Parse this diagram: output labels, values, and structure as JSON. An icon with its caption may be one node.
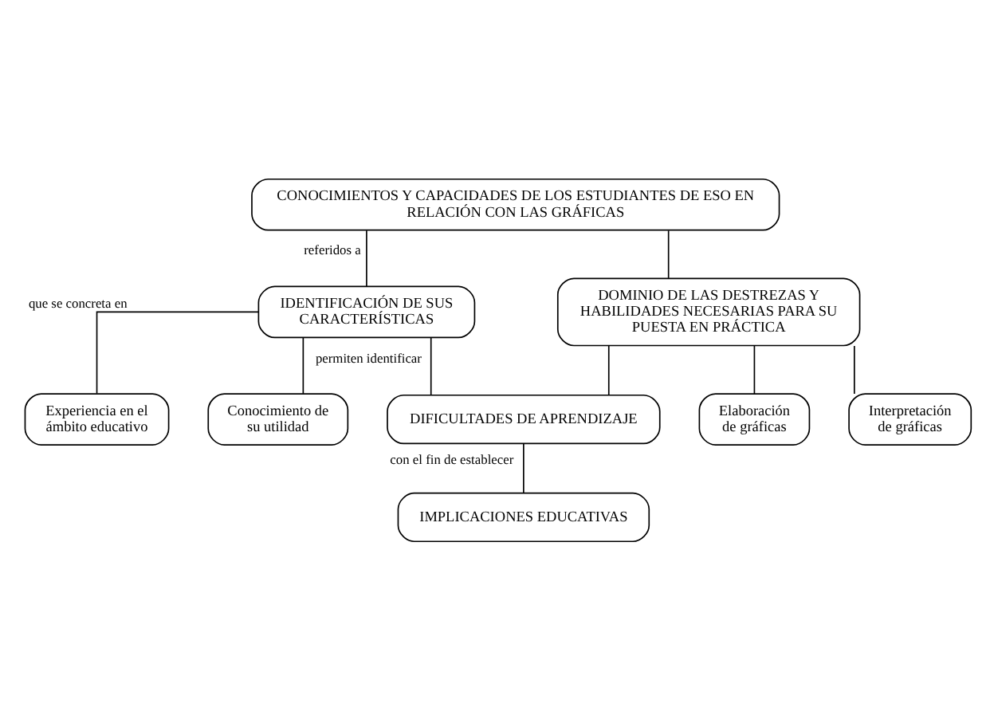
{
  "diagram": {
    "nodes": [
      {
        "text": [
          "CONOCIMIENTOS Y CAPACIDADES DE LOS ESTUDIANTES DE ESO EN RELACIÓN CON LAS GRÁFICAS"
        ]
      },
      {
        "text": [
          "IDENTIFICACIÓN DE SUS CARACTERÍSTICAS"
        ]
      },
      {
        "text": [
          "DOMINIO DE LAS DESTREZAS Y HABILIDADES NECESARIAS PARA SU PUESTA EN PRÁCTICA"
        ]
      },
      {
        "text": [
          "Experiencia en el ámbito educativo"
        ]
      },
      {
        "text": [
          "Conocimiento de su utilidad"
        ]
      },
      {
        "text": [
          "Elaboración de gráficas"
        ]
      },
      {
        "text": [
          "Interpretación de gráficas"
        ]
      },
      {
        "text": [
          "DIFICULTADES DE APRENDIZAJE"
        ]
      },
      {
        "text": [
          "IMPLICACIONES EDUCATIVAS"
        ]
      }
    ],
    "edges": [
      {
        "from": 0,
        "to": 1,
        "arrow": "none",
        "label": "referidos a"
      },
      {
        "from": 0,
        "to": 2,
        "arrow": "none"
      },
      {
        "from": 1,
        "to": 3,
        "arrow": "none",
        "label": "que se concreta en"
      },
      {
        "from": 1,
        "to": 4,
        "arrow": "none"
      },
      {
        "from": 2,
        "to": 5,
        "arrow": "none"
      },
      {
        "from": 2,
        "to": 6,
        "arrow": "none"
      },
      {
        "from": 1,
        "to": 7,
        "arrow": "none",
        "label": "permiten identificar"
      },
      {
        "from": 2,
        "to": 7,
        "arrow": "none"
      },
      {
        "from": 7,
        "to": 8,
        "arrow": "none",
        "label": "con el fin de establecer"
      }
    ]
  }
}
